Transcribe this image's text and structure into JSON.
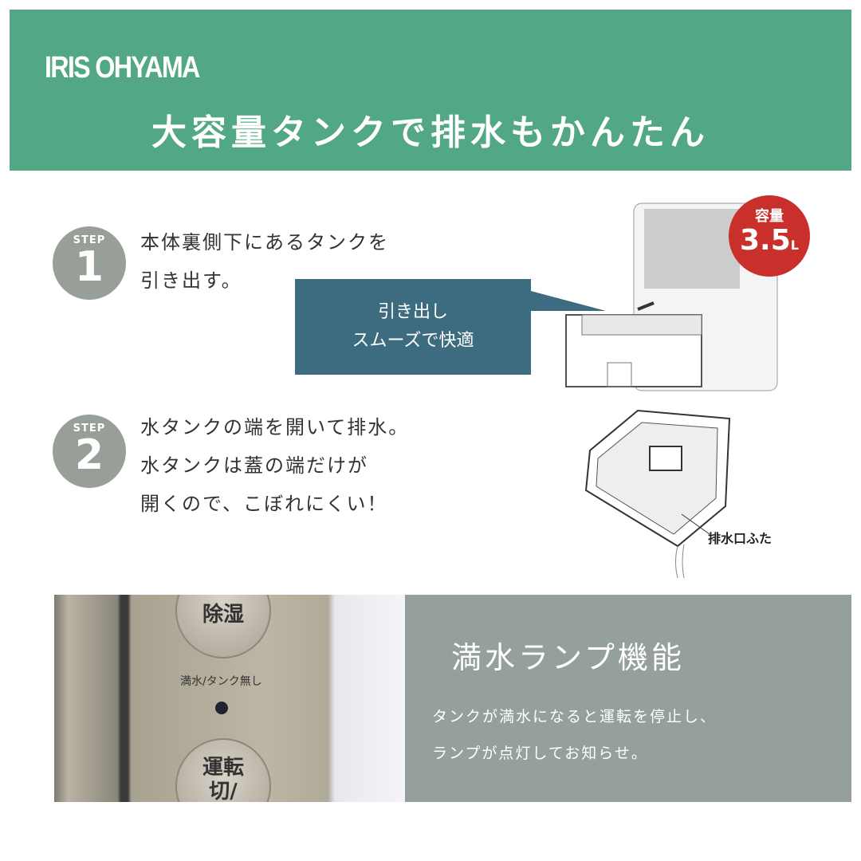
{
  "header": {
    "brand": "IRIS OHYAMA",
    "headline": "大容量タンクで排水もかんたん",
    "color": "#52a884"
  },
  "steps": [
    {
      "label": "STEP",
      "number": "1",
      "lines": [
        "本体裏側下にあるタンクを",
        "引き出す。"
      ]
    },
    {
      "label": "STEP",
      "number": "2",
      "lines": [
        "水タンクの端を開いて排水。",
        "水タンクは蓋の端だけが",
        "開くので、こぼれにくい！"
      ]
    }
  ],
  "callout": {
    "lines": [
      "引き出し",
      "スムーズで快適"
    ],
    "color": "#3d6b7f"
  },
  "badge": {
    "title": "容量",
    "value": "3.5",
    "unit": "L",
    "color": "#c9302c"
  },
  "tank_label": "排水口ふた",
  "photo": {
    "button1": "除湿",
    "lamp_label": "満水/タンク無し",
    "button2": "運転切/入"
  },
  "feature": {
    "title": "満水ランプ機能",
    "lines": [
      "タンクが満水になると運転を停止し、",
      "ランプが点灯してお知らせ。"
    ],
    "color": "#95a09c"
  }
}
